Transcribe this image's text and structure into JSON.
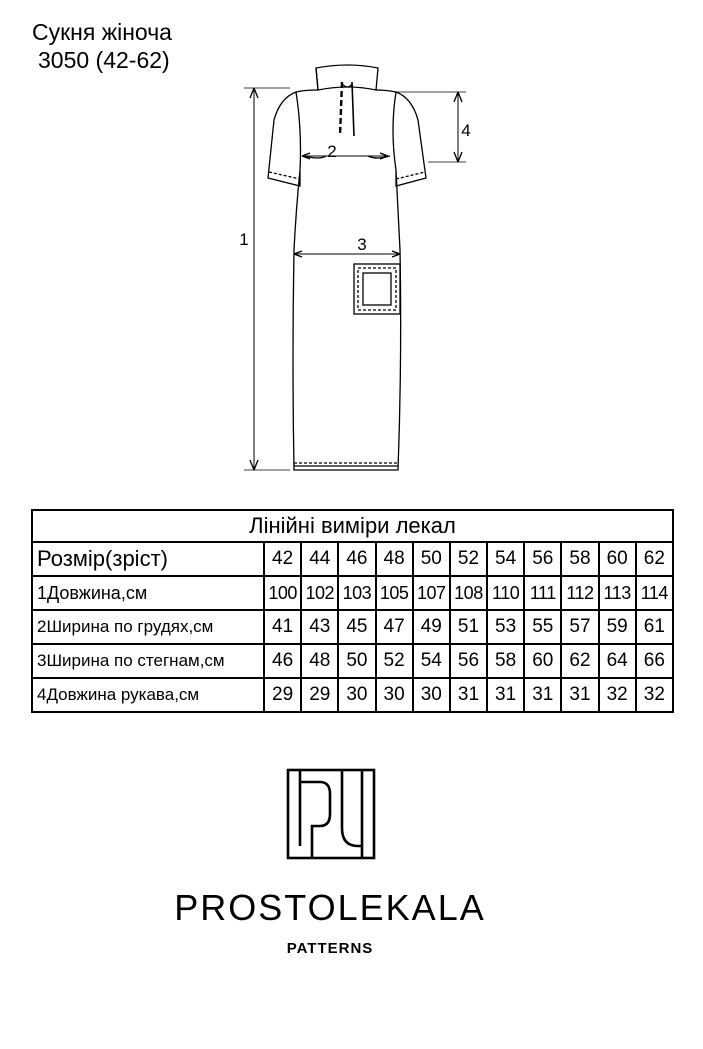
{
  "title": {
    "line1": "Сукня жіноча",
    "line2": "3050 (42-62)"
  },
  "dimension_labels": [
    "1",
    "2",
    "3",
    "4"
  ],
  "table": {
    "heading": "Лінійні виміри лекал",
    "size_label": "Розмір(зріст)",
    "sizes": [
      "42",
      "44",
      "46",
      "48",
      "50",
      "52",
      "54",
      "56",
      "58",
      "60",
      "62"
    ],
    "rows": [
      {
        "label": "1Довжина,см",
        "values": [
          "100",
          "102",
          "103",
          "105",
          "107",
          "108",
          "110",
          "111",
          "112",
          "113",
          "114"
        ]
      },
      {
        "label": "2Ширина по грудях,см",
        "values": [
          "41",
          "43",
          "45",
          "47",
          "49",
          "51",
          "53",
          "55",
          "57",
          "59",
          "61"
        ]
      },
      {
        "label": "3Ширина по стегнам,см",
        "values": [
          "46",
          "48",
          "50",
          "52",
          "54",
          "56",
          "58",
          "60",
          "62",
          "64",
          "66"
        ]
      },
      {
        "label": "4Довжина рукава,см",
        "values": [
          "29",
          "29",
          "30",
          "30",
          "30",
          "31",
          "31",
          "31",
          "31",
          "32",
          "32"
        ]
      }
    ]
  },
  "brand": {
    "name": "PROSTOLEKALA",
    "sub": "PATTERNS"
  }
}
